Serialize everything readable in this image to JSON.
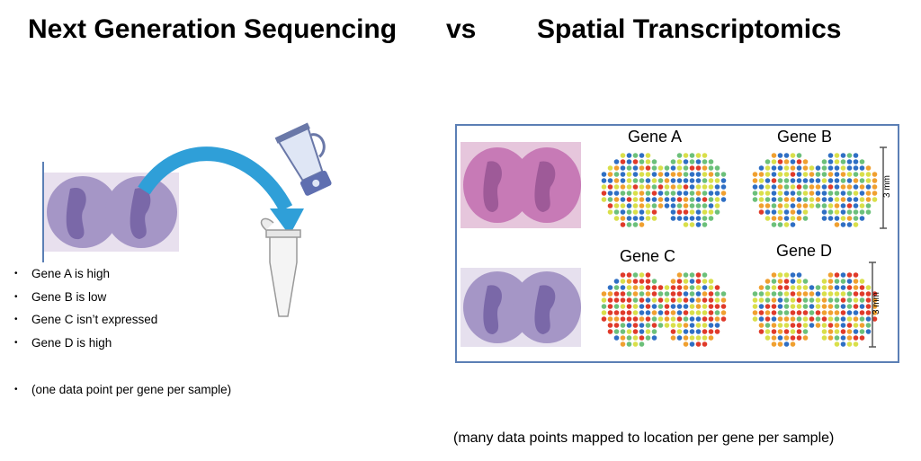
{
  "titles": {
    "left": "Next Generation Sequencing",
    "middle": "vs",
    "right": "Spatial Transcriptomics"
  },
  "ngs": {
    "bullets": [
      "Gene A is high",
      "Gene B is low",
      "Gene C isn’t expressed",
      "Gene D is high"
    ],
    "note": "(one data point per gene per sample)"
  },
  "spatial": {
    "genes": [
      "Gene A",
      "Gene B",
      "Gene C",
      "Gene D"
    ],
    "scale_labels": [
      "3 mm",
      "3 mm"
    ],
    "footer": "(many data points mapped to location per gene per sample)"
  },
  "colors": {
    "he_stain_pink": "#c77ab6",
    "nissl_purple": "#8f7fb8",
    "arrow_blue": "#2f9fd8",
    "panel_border": "#5b7fb5",
    "spot_high": "#e03a2a",
    "spot_mid_high": "#f0a030",
    "spot_mid": "#d9df4a",
    "spot_low_mid": "#6cc07a",
    "spot_low": "#2f6fc4"
  },
  "icons": [
    "blender-icon",
    "microcentrifuge-tube-icon",
    "arrow-icon"
  ]
}
